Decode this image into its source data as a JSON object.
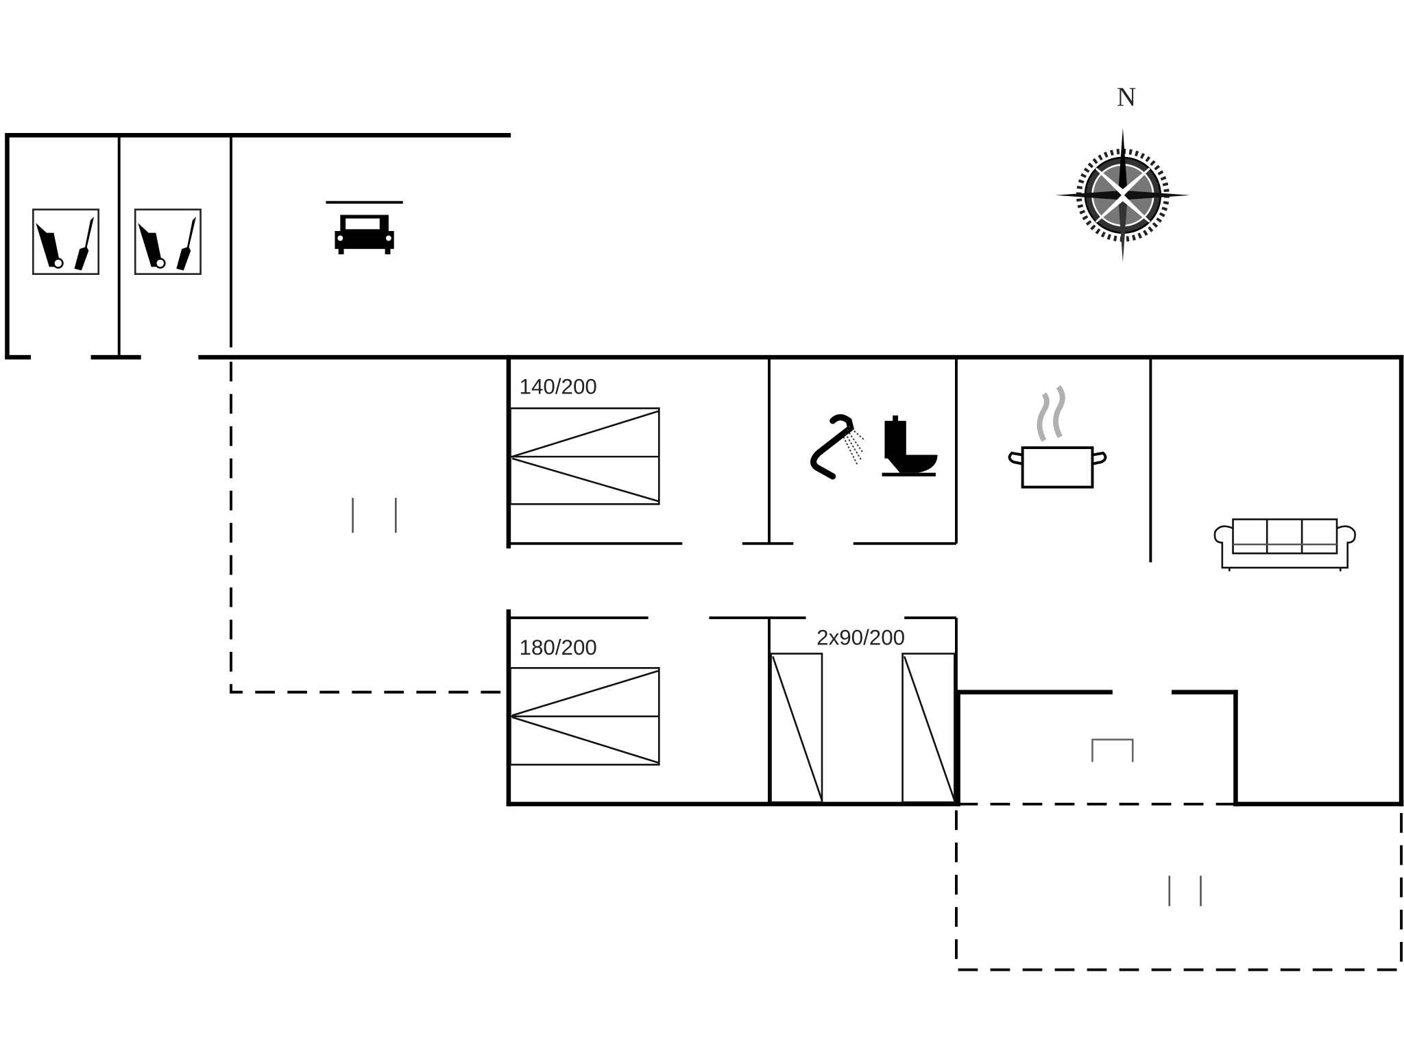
{
  "plan": {
    "compass": {
      "label": "N"
    },
    "beds": [
      {
        "label": "140/200",
        "room": "bedroom-1"
      },
      {
        "label": "180/200",
        "room": "bedroom-2"
      },
      {
        "label": "2x90/200",
        "room": "bedroom-3"
      }
    ],
    "icons": [
      "tool-shed-icon",
      "tool-shed-icon",
      "carport-icon",
      "compass-rose-icon",
      "shower-icon",
      "toilet-icon",
      "cooking-pot-icon",
      "sofa-icon",
      "door-mat-icon",
      "fireplace-icon"
    ],
    "colors": {
      "wall": "#000000",
      "background": "#ffffff",
      "steam": "#b0b0b0"
    }
  }
}
